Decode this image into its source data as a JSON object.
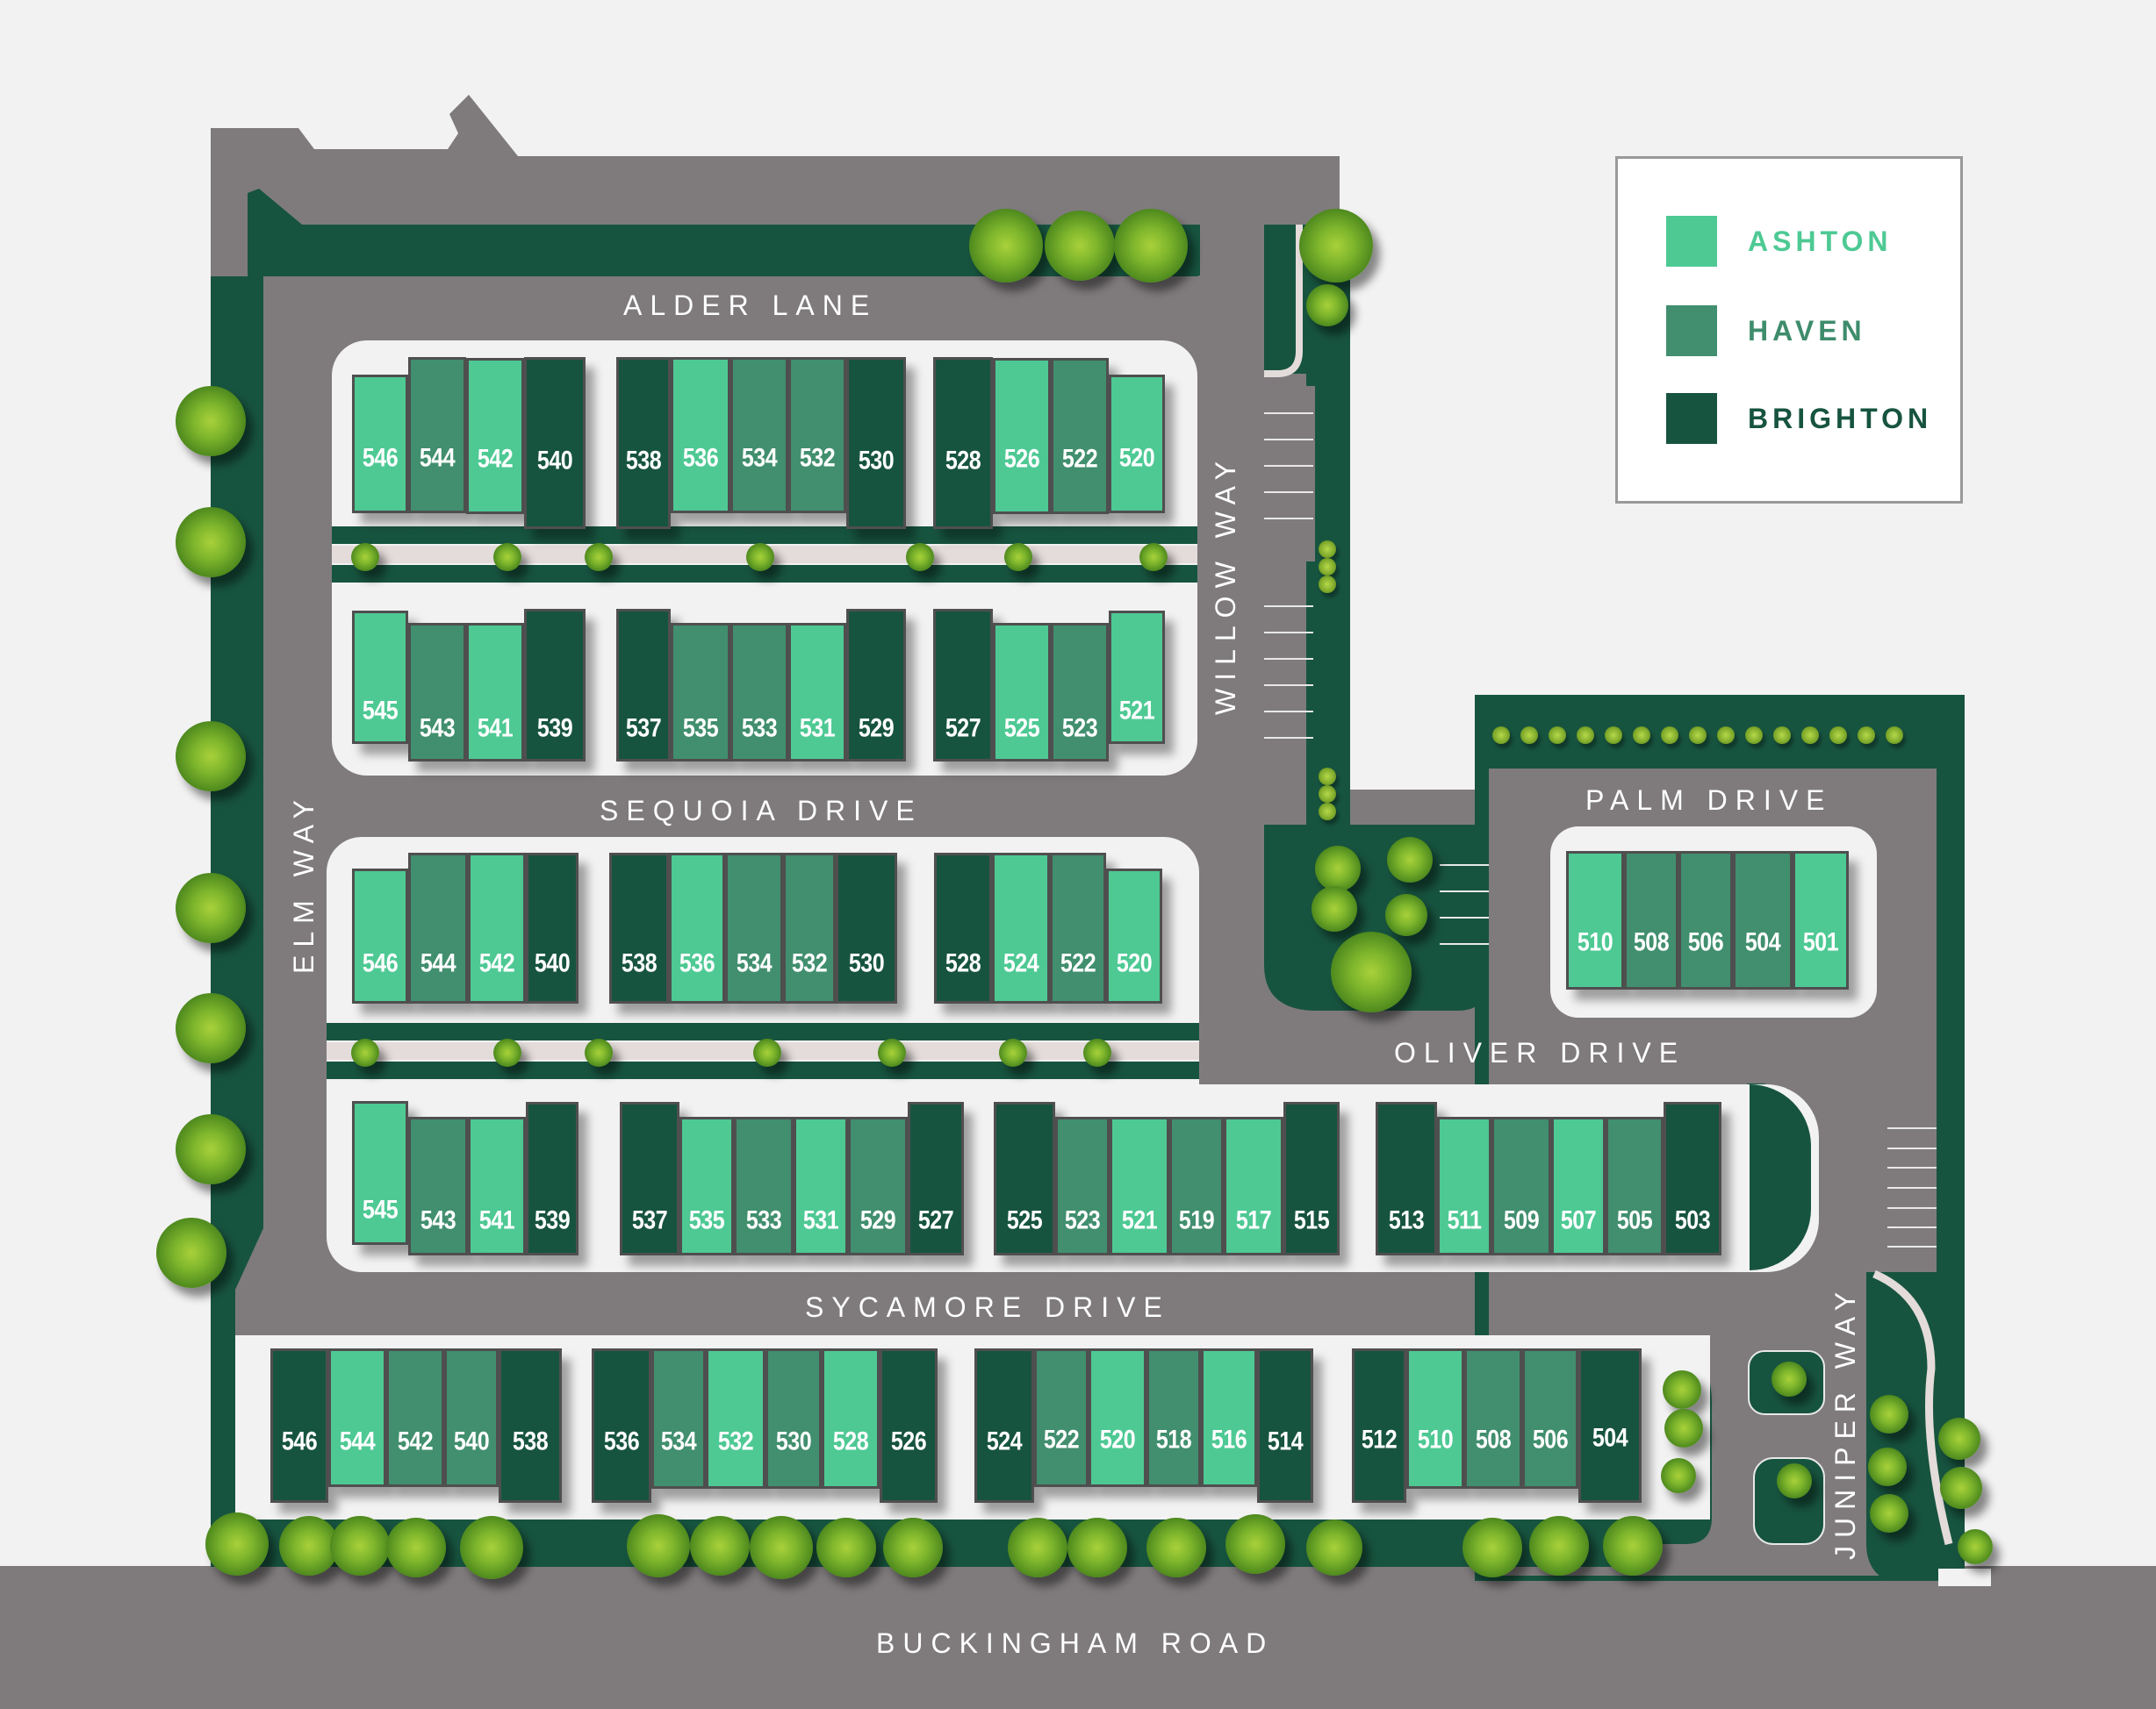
{
  "map": {
    "type": "site-plan",
    "roads": {
      "alder_lane": "ALDER LANE",
      "sequoia_drive": "SEQUOIA DRIVE",
      "sycamore_drive": "SYCAMORE DRIVE",
      "elm_way": "ELM WAY",
      "willow_way": "WILLOW WAY",
      "palm_drive": "PALM DRIVE",
      "oliver_drive": "OLIVER DRIVE",
      "juniper_way": "JUNIPER WAY",
      "buckingham_road": "BUCKINGHAM ROAD"
    },
    "colors": {
      "ashton": "#4ec994",
      "haven": "#418f6e",
      "brighton": "#17543f",
      "road": "#7f7b7c",
      "grass": "#17543f",
      "background": "#f2f2f2"
    }
  },
  "legend": {
    "items": [
      {
        "label": "ASHTON",
        "color": "#4ec994",
        "text_color": "#4ec994"
      },
      {
        "label": "HAVEN",
        "color": "#418f6e",
        "text_color": "#3e8c6c"
      },
      {
        "label": "BRIGHTON",
        "color": "#17543f",
        "text_color": "#17543f"
      }
    ]
  },
  "blocks": {
    "alder_north_row": [
      {
        "lot": "546",
        "model": "ashton"
      },
      {
        "lot": "544",
        "model": "haven"
      },
      {
        "lot": "542",
        "model": "ashton"
      },
      {
        "lot": "540",
        "model": "brighton"
      },
      {
        "lot": "538",
        "model": "brighton"
      },
      {
        "lot": "536",
        "model": "ashton"
      },
      {
        "lot": "534",
        "model": "haven"
      },
      {
        "lot": "532",
        "model": "haven"
      },
      {
        "lot": "530",
        "model": "brighton"
      },
      {
        "lot": "528",
        "model": "brighton"
      },
      {
        "lot": "526",
        "model": "ashton"
      },
      {
        "lot": "522",
        "model": "haven"
      },
      {
        "lot": "520",
        "model": "ashton"
      }
    ],
    "alder_south_row": [
      {
        "lot": "545",
        "model": "ashton"
      },
      {
        "lot": "543",
        "model": "haven"
      },
      {
        "lot": "541",
        "model": "ashton"
      },
      {
        "lot": "539",
        "model": "brighton"
      },
      {
        "lot": "537",
        "model": "brighton"
      },
      {
        "lot": "535",
        "model": "haven"
      },
      {
        "lot": "533",
        "model": "haven"
      },
      {
        "lot": "531",
        "model": "ashton"
      },
      {
        "lot": "529",
        "model": "brighton"
      },
      {
        "lot": "527",
        "model": "brighton"
      },
      {
        "lot": "525",
        "model": "ashton"
      },
      {
        "lot": "523",
        "model": "haven"
      },
      {
        "lot": "521",
        "model": "ashton"
      }
    ],
    "sequoia_north_row": [
      {
        "lot": "546",
        "model": "ashton"
      },
      {
        "lot": "544",
        "model": "haven"
      },
      {
        "lot": "542",
        "model": "ashton"
      },
      {
        "lot": "540",
        "model": "brighton"
      },
      {
        "lot": "538",
        "model": "brighton"
      },
      {
        "lot": "536",
        "model": "ashton"
      },
      {
        "lot": "534",
        "model": "haven"
      },
      {
        "lot": "532",
        "model": "haven"
      },
      {
        "lot": "530",
        "model": "brighton"
      },
      {
        "lot": "528",
        "model": "brighton"
      },
      {
        "lot": "524",
        "model": "ashton"
      },
      {
        "lot": "522",
        "model": "haven"
      },
      {
        "lot": "520",
        "model": "ashton"
      }
    ],
    "sequoia_south_row": [
      {
        "lot": "545",
        "model": "ashton"
      },
      {
        "lot": "543",
        "model": "haven"
      },
      {
        "lot": "541",
        "model": "ashton"
      },
      {
        "lot": "539",
        "model": "brighton"
      },
      {
        "lot": "537",
        "model": "brighton"
      },
      {
        "lot": "535",
        "model": "ashton"
      },
      {
        "lot": "533",
        "model": "haven"
      },
      {
        "lot": "531",
        "model": "ashton"
      },
      {
        "lot": "529",
        "model": "haven"
      },
      {
        "lot": "527",
        "model": "brighton"
      },
      {
        "lot": "525",
        "model": "brighton"
      },
      {
        "lot": "523",
        "model": "haven"
      },
      {
        "lot": "521",
        "model": "ashton"
      },
      {
        "lot": "519",
        "model": "haven"
      },
      {
        "lot": "517",
        "model": "ashton"
      },
      {
        "lot": "515",
        "model": "brighton"
      },
      {
        "lot": "513",
        "model": "brighton"
      },
      {
        "lot": "511",
        "model": "ashton"
      },
      {
        "lot": "509",
        "model": "haven"
      },
      {
        "lot": "507",
        "model": "ashton"
      },
      {
        "lot": "505",
        "model": "haven"
      },
      {
        "lot": "503",
        "model": "brighton"
      }
    ],
    "palm_row": [
      {
        "lot": "510",
        "model": "ashton"
      },
      {
        "lot": "508",
        "model": "haven"
      },
      {
        "lot": "506",
        "model": "haven"
      },
      {
        "lot": "504",
        "model": "haven"
      },
      {
        "lot": "501",
        "model": "ashton"
      }
    ],
    "sycamore_south_row": [
      {
        "lot": "546",
        "model": "brighton"
      },
      {
        "lot": "544",
        "model": "ashton"
      },
      {
        "lot": "542",
        "model": "haven"
      },
      {
        "lot": "540",
        "model": "haven"
      },
      {
        "lot": "538",
        "model": "brighton"
      },
      {
        "lot": "536",
        "model": "brighton"
      },
      {
        "lot": "534",
        "model": "haven"
      },
      {
        "lot": "532",
        "model": "ashton"
      },
      {
        "lot": "530",
        "model": "haven"
      },
      {
        "lot": "528",
        "model": "ashton"
      },
      {
        "lot": "526",
        "model": "brighton"
      },
      {
        "lot": "524",
        "model": "brighton"
      },
      {
        "lot": "522",
        "model": "haven"
      },
      {
        "lot": "520",
        "model": "ashton"
      },
      {
        "lot": "518",
        "model": "haven"
      },
      {
        "lot": "516",
        "model": "ashton"
      },
      {
        "lot": "514",
        "model": "brighton"
      },
      {
        "lot": "512",
        "model": "brighton"
      },
      {
        "lot": "510",
        "model": "ashton"
      },
      {
        "lot": "508",
        "model": "haven"
      },
      {
        "lot": "506",
        "model": "haven"
      },
      {
        "lot": "504",
        "model": "brighton"
      }
    ]
  }
}
